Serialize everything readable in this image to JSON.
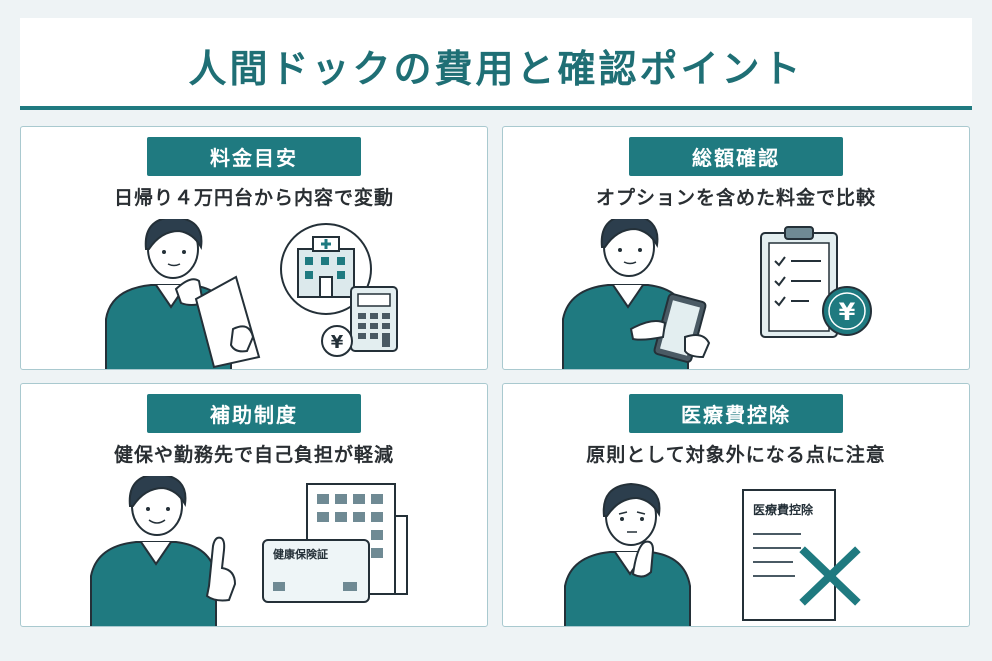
{
  "header": {
    "title": "人間ドックの費用と確認ポイント"
  },
  "panels": [
    {
      "badge": "料金目安",
      "subtitle": "日帰り４万円台から内容で変動"
    },
    {
      "badge": "総額確認",
      "subtitle": "オプションを含めた料金で比較"
    },
    {
      "badge": "補助制度",
      "subtitle": "健保や勤務先で自己負担が軽減"
    },
    {
      "badge": "医療費控除",
      "subtitle": "原則として対象外になる点に注意"
    }
  ],
  "icons": {
    "yen_symbol": "¥",
    "insurance_card_label": "健康保険証",
    "document_label": "医療費控除"
  },
  "colors": {
    "teal": "#1f7a80",
    "light_teal": "#a9c9cf",
    "skin": "#ffffff",
    "hair": "#2c3e4d"
  }
}
